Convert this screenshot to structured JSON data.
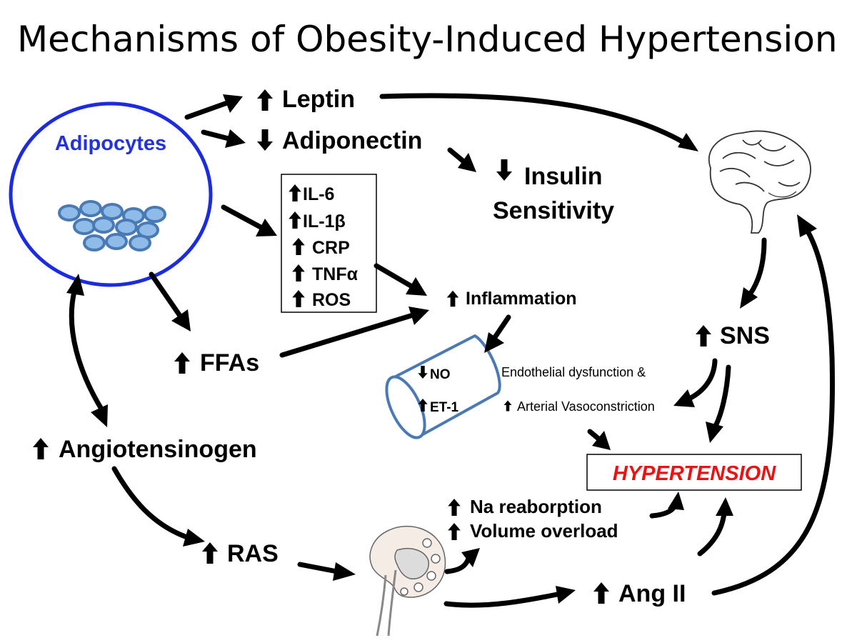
{
  "title": "Mechanisms of Obesity-Induced Hypertension",
  "adipocytes": {
    "label": "Adipocytes",
    "color": "#2233dd",
    "ring_color": "#1a2be0",
    "cell_color": "#6fa8dc"
  },
  "leptin": "Leptin",
  "adiponectin": "Adiponectin",
  "insulin": {
    "line1": "Insulin",
    "line2": "Sensitivity"
  },
  "cytokines": [
    "IL-6",
    "IL-1β",
    "CRP",
    "TNFα",
    "ROS"
  ],
  "inflammation": "Inflammation",
  "ffas": "FFAs",
  "vessel": {
    "no": "NO",
    "et1": "ET-1",
    "color": "#4a7ab5"
  },
  "endothelial": {
    "line1": "Endothelial dysfunction &",
    "line2": "Arterial Vasoconstriction"
  },
  "sns": "SNS",
  "hypertension": {
    "label": "HYPERTENSION",
    "color": "#ee1111"
  },
  "angiotensinogen": "Angiotensinogen",
  "ras": "RAS",
  "sodium": {
    "line1": "Na reaborption",
    "line2": "Volume overload"
  },
  "ang2": "Ang II",
  "icons": {
    "up": "up-arrow-icon",
    "down": "down-arrow-icon",
    "brain": "brain-icon",
    "kidney": "kidney-icon"
  }
}
